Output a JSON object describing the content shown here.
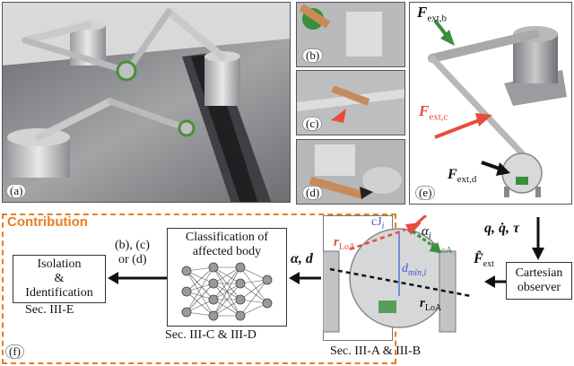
{
  "panels": {
    "a": {
      "label": "(a)"
    },
    "b": {
      "label": "(b)"
    },
    "c": {
      "label": "(c)"
    },
    "d": {
      "label": "(d)"
    },
    "e": {
      "label": "(e)"
    },
    "f": {
      "label": "(f)"
    }
  },
  "forces": {
    "ext_b": "F",
    "ext_b_sub": "ext,b",
    "ext_c": "F",
    "ext_c_sub": "ext,c",
    "ext_d": "F",
    "ext_d_sub": "ext,d"
  },
  "contribution": {
    "title": "Contribution",
    "isolation_line1": "Isolation",
    "isolation_line2": "&",
    "isolation_line3": "Identification",
    "isolation_sec": "Sec. III-E",
    "classification_line1": "Classification of",
    "classification_line2": "affected body",
    "classification_sec": "Sec. III-C & III-D",
    "geometry_sec": "Sec. III-A & III-B",
    "choice_line1": "(b), (c)",
    "choice_line2": "or (d)",
    "alpha_d": "α, d",
    "cartesian_line1": "Cartesian",
    "cartesian_line2": "observer",
    "q_inputs": "q, q̇, τ",
    "f_hat": "F̂",
    "f_hat_sub": "ext"
  },
  "geometry_labels": {
    "cj": "cJ",
    "cj_sub": "i",
    "alpha": "α",
    "alpha_sub": "i",
    "r_loa": "r",
    "r_loa_sub": "LoA",
    "d_min": "d",
    "d_min_sub": "min,i"
  },
  "colors": {
    "orange": "#e67e22",
    "red": "#e74c3c",
    "green": "#3a8f3a",
    "blue": "#3b5bd6"
  }
}
